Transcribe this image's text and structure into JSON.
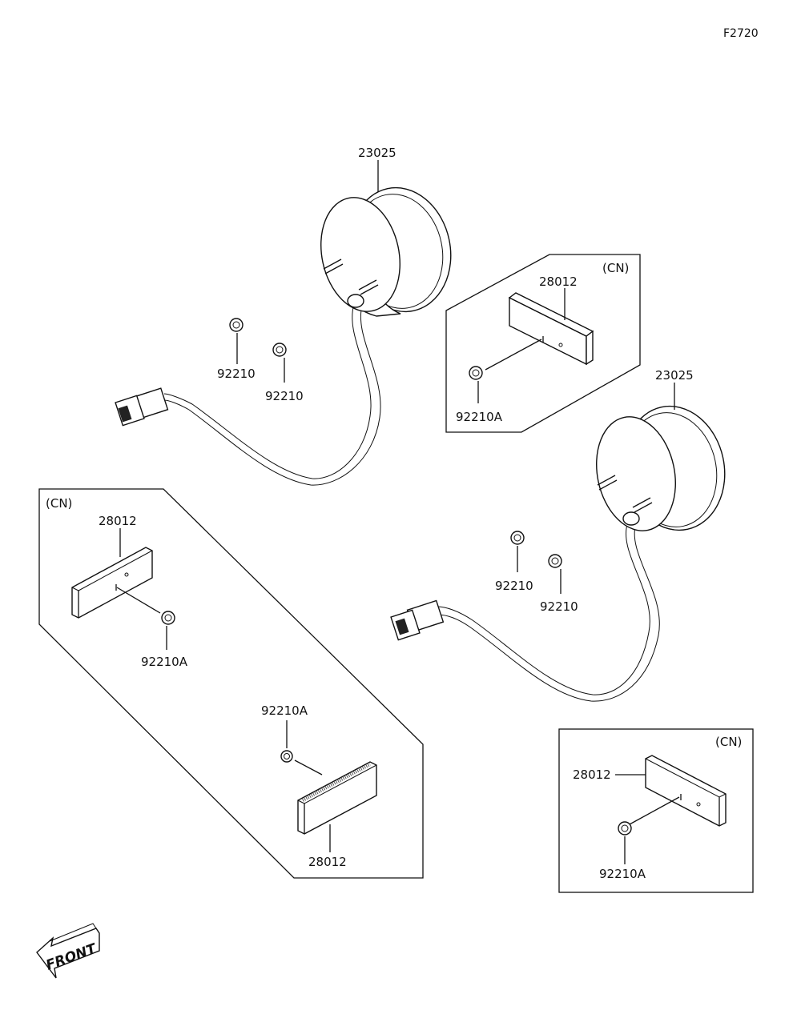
{
  "figure_code": "F2720",
  "labels": {
    "lamp_a": "23025",
    "lamp_b": "23025",
    "nut_a1": "92210",
    "nut_a2": "92210",
    "nut_b1": "92210",
    "nut_b2": "92210",
    "cn_top_region": "(CN)",
    "cn_top_reflector": "28012",
    "cn_top_nut": "92210A",
    "cn_left_region": "(CN)",
    "cn_left_reflector_1": "28012",
    "cn_left_nut_1": "92210A",
    "cn_left_nut_2": "92210A",
    "cn_left_reflector_2": "28012",
    "cn_right_region": "(CN)",
    "cn_right_reflector": "28012",
    "cn_right_nut": "92210A"
  },
  "front_arrow_text": "FRONT"
}
